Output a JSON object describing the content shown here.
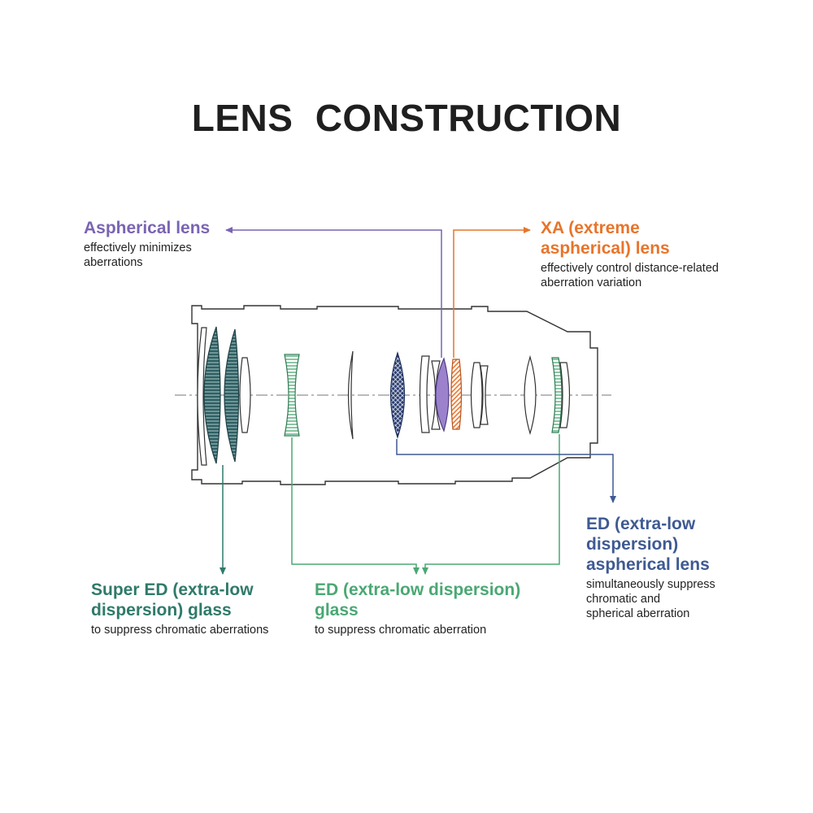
{
  "title": "LENS  CONSTRUCTION",
  "colors": {
    "aspherical": "#7a64b3",
    "xa": "#e8742a",
    "super_ed": "#2f7a6a",
    "ed": "#4aa873",
    "ed_aspherical": "#3f5a92",
    "outline": "#333333"
  },
  "labels": {
    "aspherical": {
      "head": "Aspherical lens",
      "desc": "effectively minimizes\naberrations"
    },
    "xa": {
      "head": "XA (extreme\naspherical) lens",
      "desc": "effectively control distance-related\naberration variation"
    },
    "ed_aspherical": {
      "head": "ED (extra-low\ndispersion)\naspherical lens",
      "desc": "simultaneously suppress\nchromatic and\nspherical aberration"
    },
    "super_ed": {
      "head": "Super ED (extra-low\ndispersion) glass",
      "desc": "to suppress chromatic aberrations"
    },
    "ed": {
      "head": "ED (extra-low dispersion)\nglass",
      "desc": "to suppress chromatic aberration"
    }
  }
}
